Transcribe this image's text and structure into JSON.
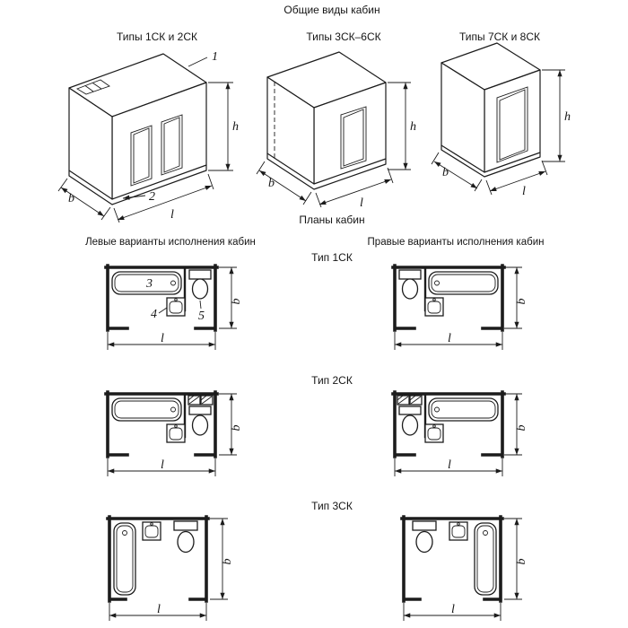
{
  "titles": {
    "main": "Общие виды кабин",
    "plans": "Планы кабин"
  },
  "iso": {
    "view1_label": "Типы 1СК и 2СК",
    "view2_label": "Типы 3СК–6СК",
    "view3_label": "Типы 7СК и 8СК"
  },
  "columns": {
    "left": "Левые варианты исполнения кабин",
    "right": "Правые варианты исполнения кабин"
  },
  "rows": {
    "type1": "Тип 1СК",
    "type2": "Тип 2СК",
    "type3": "Тип 3СК"
  },
  "dims": {
    "h": "h",
    "b": "b",
    "l": "l"
  },
  "callouts": {
    "n1": "1",
    "n2": "2",
    "n3": "3",
    "n4": "4",
    "n5": "5"
  },
  "colors": {
    "ink": "#1c1c1c",
    "paper": "#ffffff"
  }
}
